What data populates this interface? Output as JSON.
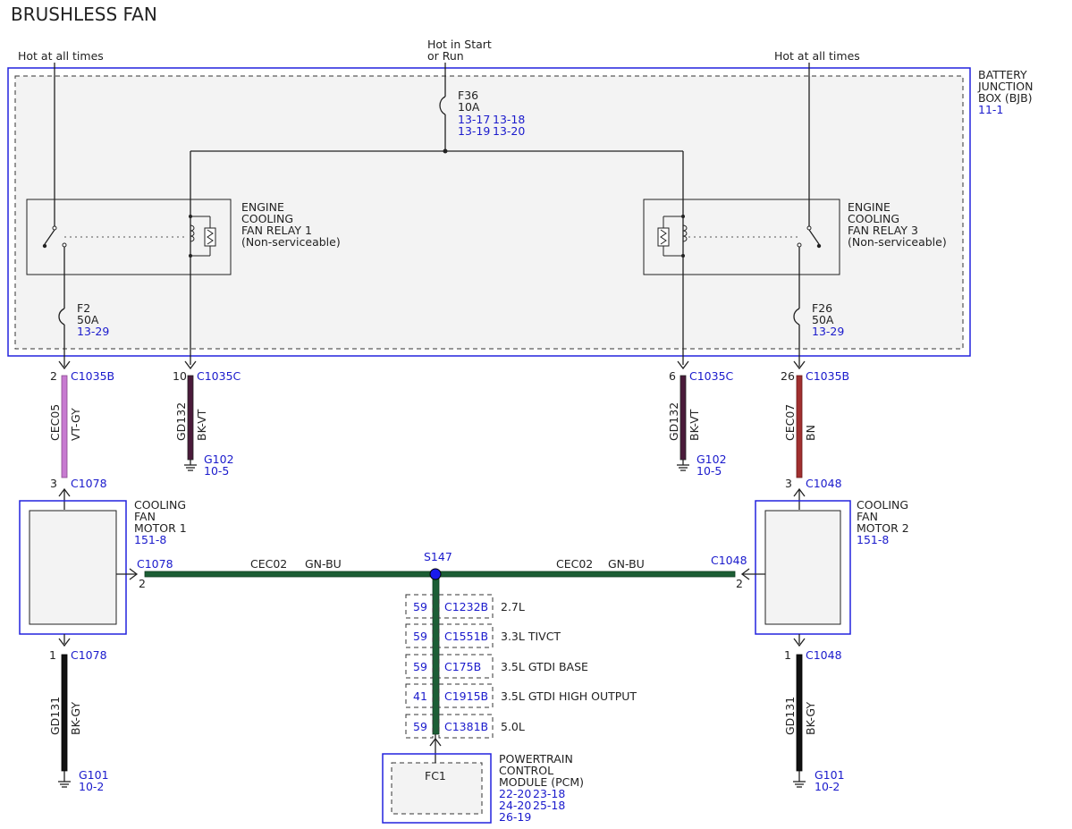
{
  "title": "BRUSHLESS FAN",
  "feeds": {
    "left": "Hot at all times",
    "center_line1": "Hot in Start",
    "center_line2": "or Run",
    "right": "Hot at all times"
  },
  "bjb": {
    "line1": "BATTERY",
    "line2": "JUNCTION",
    "line3": "BOX (BJB)",
    "ref": "11-1"
  },
  "fuse_f36": {
    "name": "F36",
    "rating": "10A",
    "ref1": "13-17",
    "ref2": "13-18",
    "ref3": "13-19",
    "ref4": "13-20"
  },
  "fuse_f2": {
    "name": "F2",
    "rating": "50A",
    "ref": "13-29"
  },
  "fuse_f26": {
    "name": "F26",
    "rating": "50A",
    "ref": "13-29"
  },
  "relay1": {
    "line1": "ENGINE",
    "line2": "COOLING",
    "line3": "FAN RELAY 1",
    "line4": "(Non-serviceable)"
  },
  "relay3": {
    "line1": "ENGINE",
    "line2": "COOLING",
    "line3": "FAN RELAY 3",
    "line4": "(Non-serviceable)"
  },
  "wires": {
    "w1": {
      "pin": "2",
      "connector": "C1035B",
      "circuit": "CEC05",
      "color": "VT-GY",
      "end_pin": "3",
      "end_connector": "C1078"
    },
    "w2": {
      "pin": "10",
      "connector": "C1035C",
      "circuit": "GD132",
      "color": "BK-VT",
      "ground": "G102",
      "ground_ref": "10-5"
    },
    "w3": {
      "pin": "6",
      "connector": "C1035C",
      "circuit": "GD132",
      "color": "BK-VT",
      "ground": "G102",
      "ground_ref": "10-5"
    },
    "w4": {
      "pin": "26",
      "connector": "C1035B",
      "circuit": "CEC07",
      "color": "BN",
      "end_pin": "3",
      "end_connector": "C1048"
    },
    "g1": {
      "pin": "1",
      "connector": "C1078",
      "circuit": "GD131",
      "color": "BK-GY",
      "ground": "G101",
      "ground_ref": "10-2"
    },
    "g2": {
      "pin": "1",
      "connector": "C1048",
      "circuit": "GD131",
      "color": "BK-GY",
      "ground": "G101",
      "ground_ref": "10-2"
    }
  },
  "motor1": {
    "line1": "COOLING",
    "line2": "FAN",
    "line3": "MOTOR 1",
    "ref": "151-8",
    "signal_connector": "C1078",
    "signal_pin": "2"
  },
  "motor2": {
    "line1": "COOLING",
    "line2": "FAN",
    "line3": "MOTOR 2",
    "ref": "151-8",
    "signal_connector": "C1048",
    "signal_pin": "2"
  },
  "signal_bus": {
    "left_circuit": "CEC02",
    "left_color": "GN-BU",
    "right_circuit": "CEC02",
    "right_color": "GN-BU",
    "splice": "S147"
  },
  "pcm_connectors": [
    {
      "pin": "59",
      "connector": "C1232B",
      "engine": "2.7L"
    },
    {
      "pin": "59",
      "connector": "C1551B",
      "engine": "3.3L TIVCT"
    },
    {
      "pin": "59",
      "connector": "C175B",
      "engine": "3.5L GTDI BASE"
    },
    {
      "pin": "41",
      "connector": "C1915B",
      "engine": "3.5L GTDI HIGH OUTPUT"
    },
    {
      "pin": "59",
      "connector": "C1381B",
      "engine": "5.0L"
    }
  ],
  "pcm": {
    "pin_label": "FC1",
    "line1": "POWERTRAIN",
    "line2": "CONTROL",
    "line3": "MODULE (PCM)",
    "ref1": "22-20",
    "ref2": "23-18",
    "ref3": "24-20",
    "ref4": "25-18",
    "ref5": "26-19"
  },
  "colors": {
    "label_blue": "#1a1acc",
    "box_blue": "#2222dd",
    "vt_gy": "#c77ad0",
    "bk_vt": "#4a1a3a",
    "bn": "#a12f2f",
    "gn_bu": "#1c5e35",
    "bk_gy": "#111111",
    "splice_blue": "#1a1aee"
  }
}
